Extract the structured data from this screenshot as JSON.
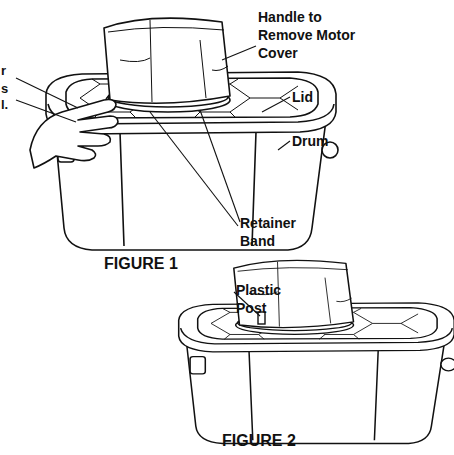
{
  "diagram": {
    "labels": [
      "r",
      "s",
      "l.",
      "Handle to Remove Motor Cover",
      "Lid",
      "Drum",
      "Retainer Band",
      "FIGURE 1",
      "Plastic Post",
      "FIGURE 2"
    ]
  }
}
